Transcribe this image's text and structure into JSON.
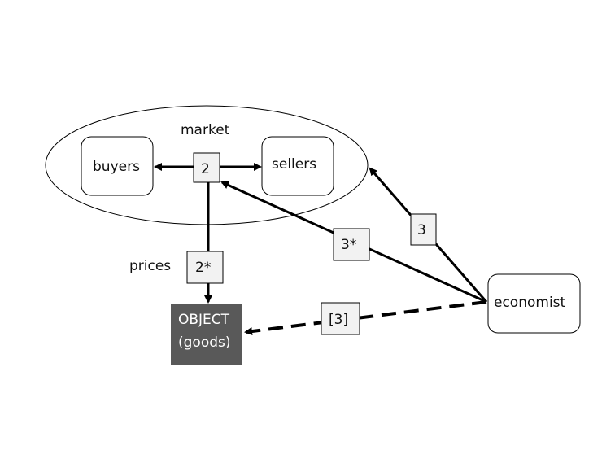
{
  "diagram": {
    "market": {
      "label": "market"
    },
    "nodes": {
      "buyers": "buyers",
      "sellers": "sellers",
      "economist": "economist",
      "object_line1": "OBJECT",
      "object_line2": "(goods)"
    },
    "edge_labels": {
      "market_center": "2",
      "prices_box": "2*",
      "economist_to_market": "3",
      "economist_to_center": "3*",
      "economist_to_object": "[3]"
    },
    "annotations": {
      "prices": "prices"
    },
    "colors": {
      "object_fill": "#595959",
      "tag_fill": "#f2f2f2",
      "stroke": "#000000"
    }
  }
}
